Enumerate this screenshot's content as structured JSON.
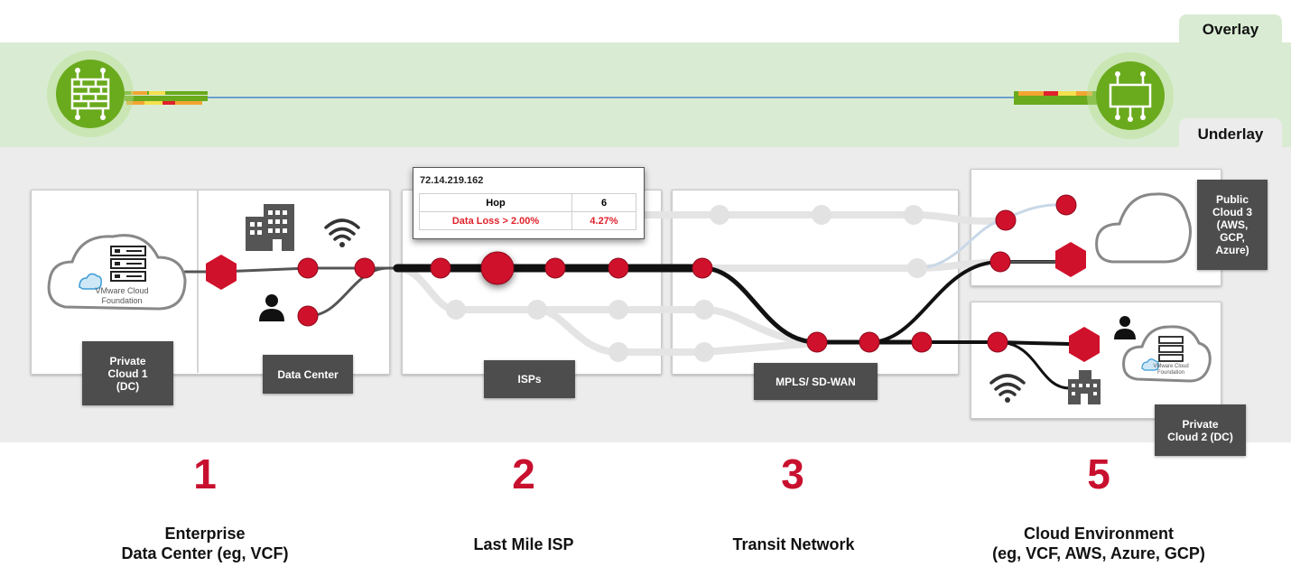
{
  "tabs": {
    "overlay": "Overlay",
    "underlay": "Underlay"
  },
  "colors": {
    "accent_red": "#c8102e",
    "node_red": "#d0112b",
    "edge_green": "#6aaa1d",
    "overlay_band": "#d9ecd3",
    "underlay_band": "#ececec",
    "label_box": "#4d4d4d"
  },
  "icons": {
    "overlay_left": "firewall-icon",
    "overlay_right": "edge-router-icon",
    "building": "building-icon",
    "wifi": "wifi-icon",
    "user": "user-icon",
    "cloud": "cloud-icon",
    "server": "server-stack-icon"
  },
  "vmware": {
    "line1": "VMware Cloud",
    "line2": "Foundation"
  },
  "labels": {
    "private_cloud_1": "Private\nCloud 1\n(DC)",
    "data_center": "Data Center",
    "isps": "ISPs",
    "mpls": "MPLS/ SD-WAN",
    "public_cloud_3": "Public\nCloud 3\n(AWS,\nGCP,\nAzure)",
    "private_cloud_2": "Private\nCloud 2 (DC)"
  },
  "tooltip": {
    "ip": "72.14.219.162",
    "rows": [
      {
        "metric": "Hop",
        "value": "6"
      },
      {
        "metric": "Data Loss > 2.00%",
        "value": "4.27%"
      }
    ]
  },
  "stages": [
    {
      "number": "1",
      "title": "Enterprise\nData Center (eg, VCF)"
    },
    {
      "number": "2",
      "title": "Last Mile ISP"
    },
    {
      "number": "3",
      "title": "Transit Network"
    },
    {
      "number": "5",
      "title": "Cloud Environment\n(eg, VCF, AWS, Azure, GCP)"
    }
  ]
}
